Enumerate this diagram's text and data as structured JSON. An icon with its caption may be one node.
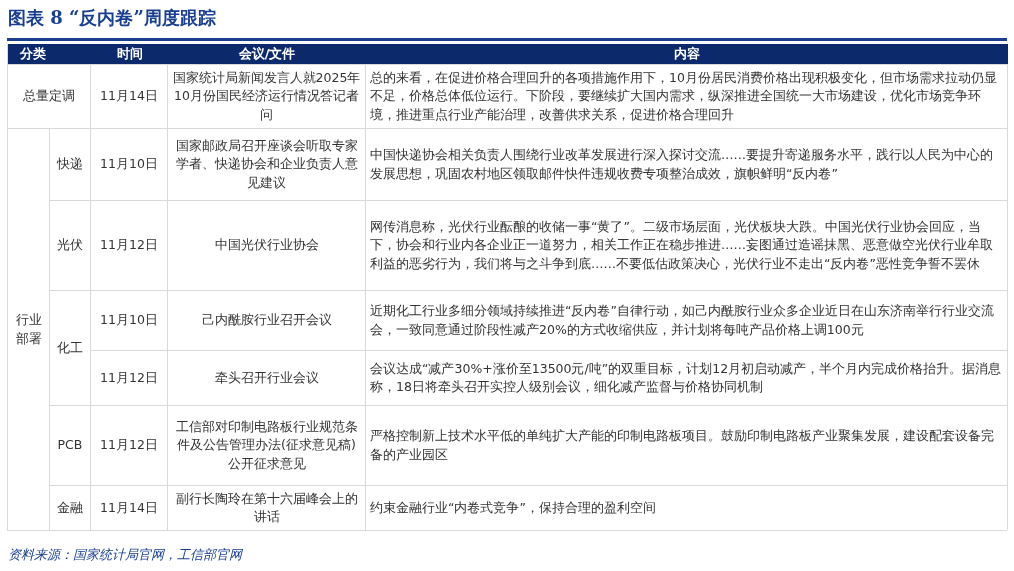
{
  "diagram": {
    "title": "图表 8 “反内卷”周度跟踪",
    "caption": "资料来源：国家统计局官网，工信部官网",
    "labels": [
      "分类",
      "时间",
      "会议/文件",
      "内容",
      "总量定调",
      "11月14日",
      "国家统计局新闻发言人就2025年10月份国民经济运行情况答记者问",
      "总的来看，在促进价格合理回升的各项措施作用下，10月份居民消费价格出现积极变化，但市场需求拉动仍显不足，价格总体低位运行。下阶段，要继续扩大国内需求，纵深推进全国统一大市场建设，优化市场竞争环境，推进重点行业产能治理，改善供求关系，促进价格合理回升",
      "行业部署",
      "快递",
      "11月10日",
      "国家邮政局召开座谈会听取专家学者、快递协会和企业负责人意见建议",
      "中国快递协会相关负责人围绕行业改革发展进行深入探讨交流……要提升寄递服务水平，践行以人民为中心的发展思想，巩固农村地区领取邮件快件违规收费专项整治成效，旗帜鲜明“反内卷”",
      "光伏",
      "11月12日",
      "中国光伏行业协会",
      "网传消息称，光伏行业酝酿的收储一事“黄了”。二级市场层面，光伏板块大跌。中国光伏行业协会回应，当下，协会和行业内各企业正一道努力，相关工作正在稳步推进……妄图通过造谣抹黑、恶意做空光伏行业牟取利益的恶劣行为，我们将与之斗争到底……不要低估政策决心，光伏行业不走出“反内卷”恶性竞争誓不罢休",
      "化工",
      "11月10日",
      "己内酰胺行业召开会议",
      "近期化工行业多细分领域持续推进“反内卷”自律行动，如己内酰胺行业众多企业近日在山东济南举行行业交流会，一致同意通过阶段性减产20%的方式收缩供应，并计划将每吨产品价格上调100元",
      "11月12日",
      "牵头召开行业会议",
      "会议达成“减产30%+涨价至13500元/吨”的双重目标，计划12月初启动减产，半个月内完成价格抬升。据消息称，18日将牵头召开实控人级别会议，细化减产监督与价格协同机制",
      "PCB",
      "11月12日",
      "工信部对印制电路板行业规范条件及公告管理办法(征求意见稿)公开征求意见",
      "严格控制新上技术水平低的单纯扩大产能的印制电路板项目。鼓励印制电路板产业聚集发展，建设配套设备完备的产业园区",
      "金融",
      "11月14日",
      "副行长陶玲在第十六届峰会上的讲话",
      "约束金融行业“内卷式竞争”，保持合理的盈利空间"
    ]
  }
}
